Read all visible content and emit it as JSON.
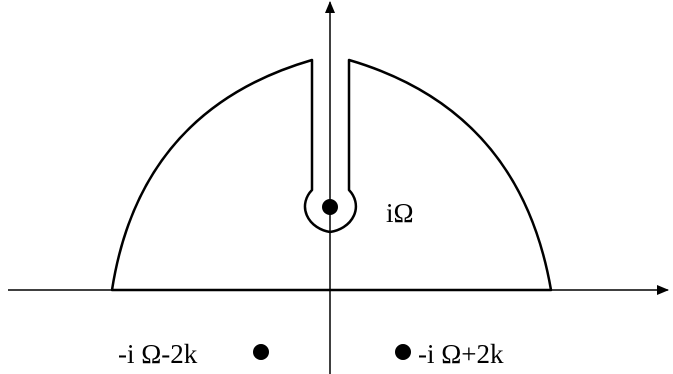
{
  "colors": {
    "stroke": "#000000",
    "background": "#ffffff"
  },
  "labels": {
    "pole_upper": "iΩ",
    "pole_lower_left": "-i Ω-2k",
    "pole_lower_right": "-i Ω+2k"
  }
}
